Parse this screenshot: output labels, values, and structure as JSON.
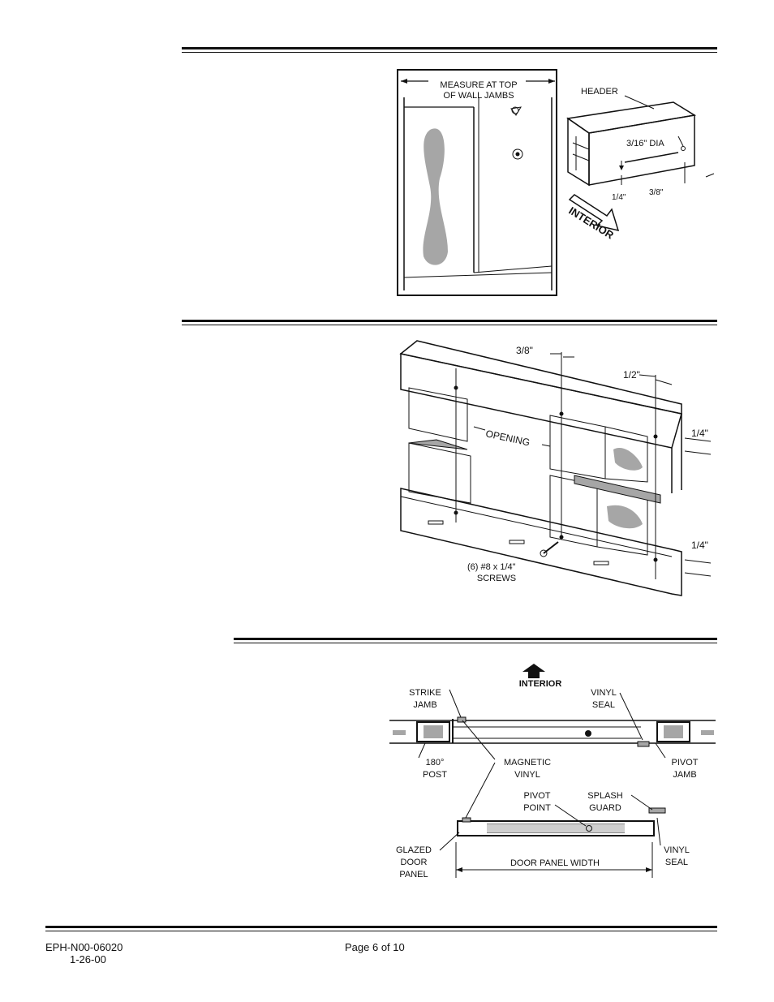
{
  "figure1": {
    "measure_label_line1": "MEASURE AT TOP",
    "measure_label_line2": "OF WALL JAMBS",
    "header_label": "HEADER",
    "dia_label": "3/16\" DIA",
    "dim_quarter": "1/4\"",
    "dim_three_eighths": "3/8\"",
    "interior_label": "INTERIOR"
  },
  "figure2": {
    "dim_three_eighths": "3/8\"",
    "dim_half": "1/2\"",
    "dim_quarter_upper": "1/4\"",
    "dim_quarter_lower": "1/4\"",
    "opening_label": "OPENING",
    "screws_line1": "(6) #8 x 1/4\"",
    "screws_line2": "SCREWS"
  },
  "figure3": {
    "interior_label": "INTERIOR",
    "strike_jamb_line1": "STRIKE",
    "strike_jamb_line2": "JAMB",
    "vinyl_seal_top_line1": "VINYL",
    "vinyl_seal_top_line2": "SEAL",
    "post_line1": "180°",
    "post_line2": "POST",
    "magnetic_vinyl_line1": "MAGNETIC",
    "magnetic_vinyl_line2": "VINYL",
    "pivot_jamb_line1": "PIVOT",
    "pivot_jamb_line2": "JAMB",
    "pivot_point_line1": "PIVOT",
    "pivot_point_line2": "POINT",
    "splash_guard_line1": "SPLASH",
    "splash_guard_line2": "GUARD",
    "glazed_line1": "GLAZED",
    "glazed_line2": "DOOR",
    "glazed_line3": "PANEL",
    "vinyl_seal_bottom_line1": "VINYL",
    "vinyl_seal_bottom_line2": "SEAL",
    "door_panel_width": "DOOR PANEL WIDTH"
  },
  "footer": {
    "doc_number": "EPH-N00-06020",
    "date": "1-26-00",
    "page": "Page 6 of 10"
  }
}
